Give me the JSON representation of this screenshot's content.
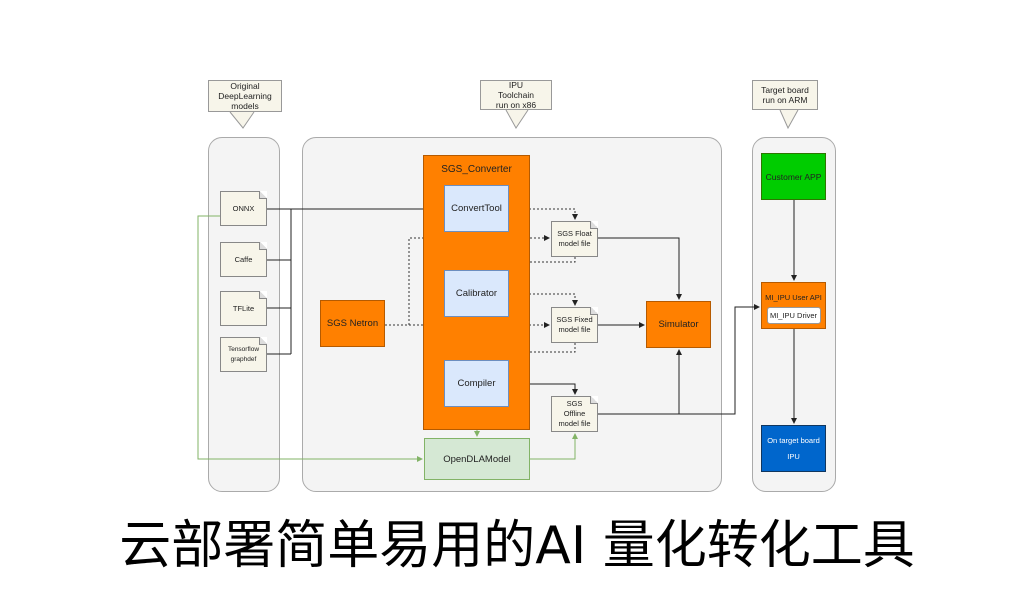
{
  "callouts": {
    "models": "Original DeepLearning models",
    "toolchain": "IPU Toolchain run on x86",
    "target": "Target board run on ARM"
  },
  "models": [
    "ONNX",
    "Caffe",
    "TFLite",
    "Tensorflow graphdef"
  ],
  "converter": {
    "title": "SGS_Converter",
    "convert": "ConvertTool",
    "calibrator": "Calibrator",
    "compiler": "Compiler"
  },
  "netron": "SGS Netron",
  "files": {
    "float": "SGS Float model file",
    "fixed": "SGS Fixed model file",
    "offline": "SGS Offline model file"
  },
  "simulator": "Simulator",
  "opendla": "OpenDLAModel",
  "board": {
    "app": "Customer APP",
    "api": "MI_IPU User API",
    "driver": "MI_IPU Driver",
    "ipu_line1": "On target board",
    "ipu_line2": "IPU"
  },
  "title": "云部署简单易用的AI 量化转化工具",
  "colors": {
    "orange": "#ff8000",
    "green": "#00cc00",
    "blue": "#0066cc",
    "lightblue": "#dae8fc",
    "lightgreen": "#d5e8d4"
  }
}
